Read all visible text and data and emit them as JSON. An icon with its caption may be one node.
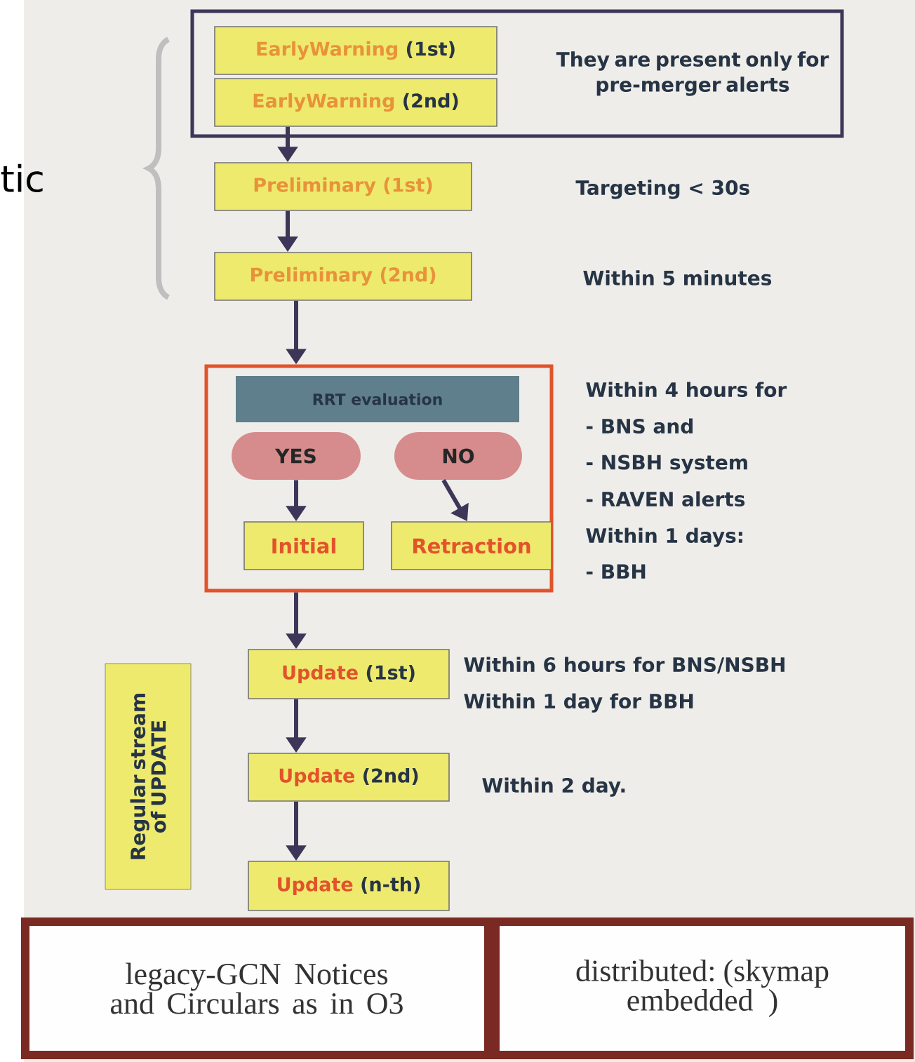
{
  "diagram": {
    "nodes": [
      {
        "text": [
          "They are present only for pre-merger alerts"
        ]
      },
      {
        "text": [
          "EarlyWarning",
          "(1st)"
        ],
        "in": 0
      },
      {
        "text": [
          "EarlyWarning",
          "(2nd)"
        ],
        "in": 0
      },
      {
        "text": [
          "Preliminary (1st)"
        ]
      },
      {
        "text": [
          "Preliminary (2nd)"
        ]
      },
      {
        "text": [],
        "shape": "box",
        "beside": [
          "Within 4 hours for",
          "- BNS and",
          "- NSBH system",
          "- RAVEN alerts",
          "Within 1 days:",
          "- BBH"
        ]
      },
      {
        "text": [
          "RRT evaluation"
        ],
        "in": 5
      },
      {
        "text": [
          "YES"
        ],
        "in": 5
      },
      {
        "text": [
          "NO"
        ],
        "in": 5
      },
      {
        "text": [
          "Initial"
        ],
        "in": 5
      },
      {
        "text": [
          "Retraction"
        ],
        "in": 5
      },
      {
        "text": [
          "Update",
          "(1st)"
        ],
        "beside": [
          "Within 6 hours for  BNS/NSBH",
          "Within 1 day for BBH"
        ]
      },
      {
        "text": [
          "Update",
          "(2nd)"
        ],
        "beside": [
          "Within 2 day."
        ]
      },
      {
        "text": [
          "Update",
          "(n-th)"
        ]
      },
      {
        "text": [
          "Regular stream of UPDATE"
        ]
      },
      {
        "text": [
          "legacy-GCN Notices and Circulars as in O3"
        ]
      },
      {
        "text": [
          "distributed: (skymap embedded )"
        ]
      }
    ],
    "edges": [
      {
        "from": 2,
        "to": 3,
        "arrow": "to"
      },
      {
        "from": 3,
        "to": 4,
        "arrow": "to"
      },
      {
        "from": 4,
        "to": 5,
        "arrow": "to"
      },
      {
        "from": 7,
        "to": 9,
        "arrow": "to"
      },
      {
        "from": 8,
        "to": 10,
        "arrow": "to"
      },
      {
        "from": 5,
        "to": 11,
        "arrow": "to"
      },
      {
        "from": 11,
        "to": 12,
        "arrow": "to"
      },
      {
        "from": 12,
        "to": 13,
        "arrow": "to"
      }
    ],
    "labels": [
      "tic",
      "Targeting < 30s",
      "Within 5 minutes"
    ]
  }
}
